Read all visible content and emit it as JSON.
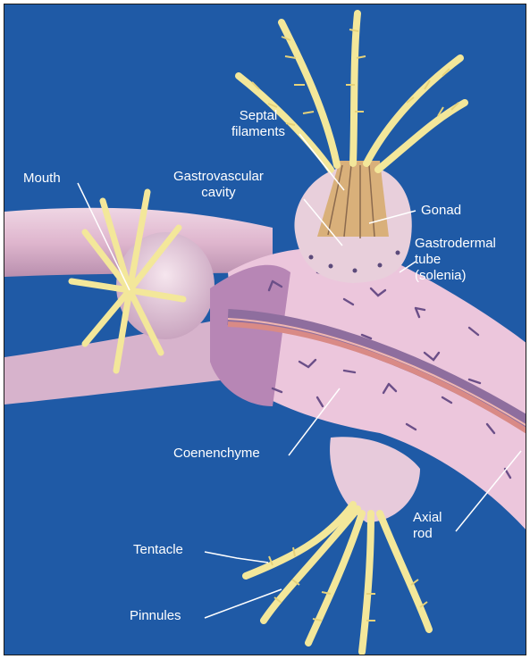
{
  "labels": {
    "septal_filaments": [
      "Septal",
      "filaments"
    ],
    "mouth": "Mouth",
    "gastrovascular_cavity": [
      "Gastrovascular",
      "cavity"
    ],
    "gonad": "Gonad",
    "gastrodermal_tube": [
      "Gastrodermal",
      "tube",
      "(solenia)"
    ],
    "coenenchyme": "Coenenchyme",
    "axial_rod": [
      "Axial",
      "rod"
    ],
    "tentacle": "Tentacle",
    "pinnules": "Pinnules"
  },
  "colors": {
    "background": "#1f5aa6",
    "tissue": "#e7c3d8",
    "tentacle": "#f3e79a",
    "axial_rod": "#d98a86",
    "label_text": "#ffffff"
  }
}
